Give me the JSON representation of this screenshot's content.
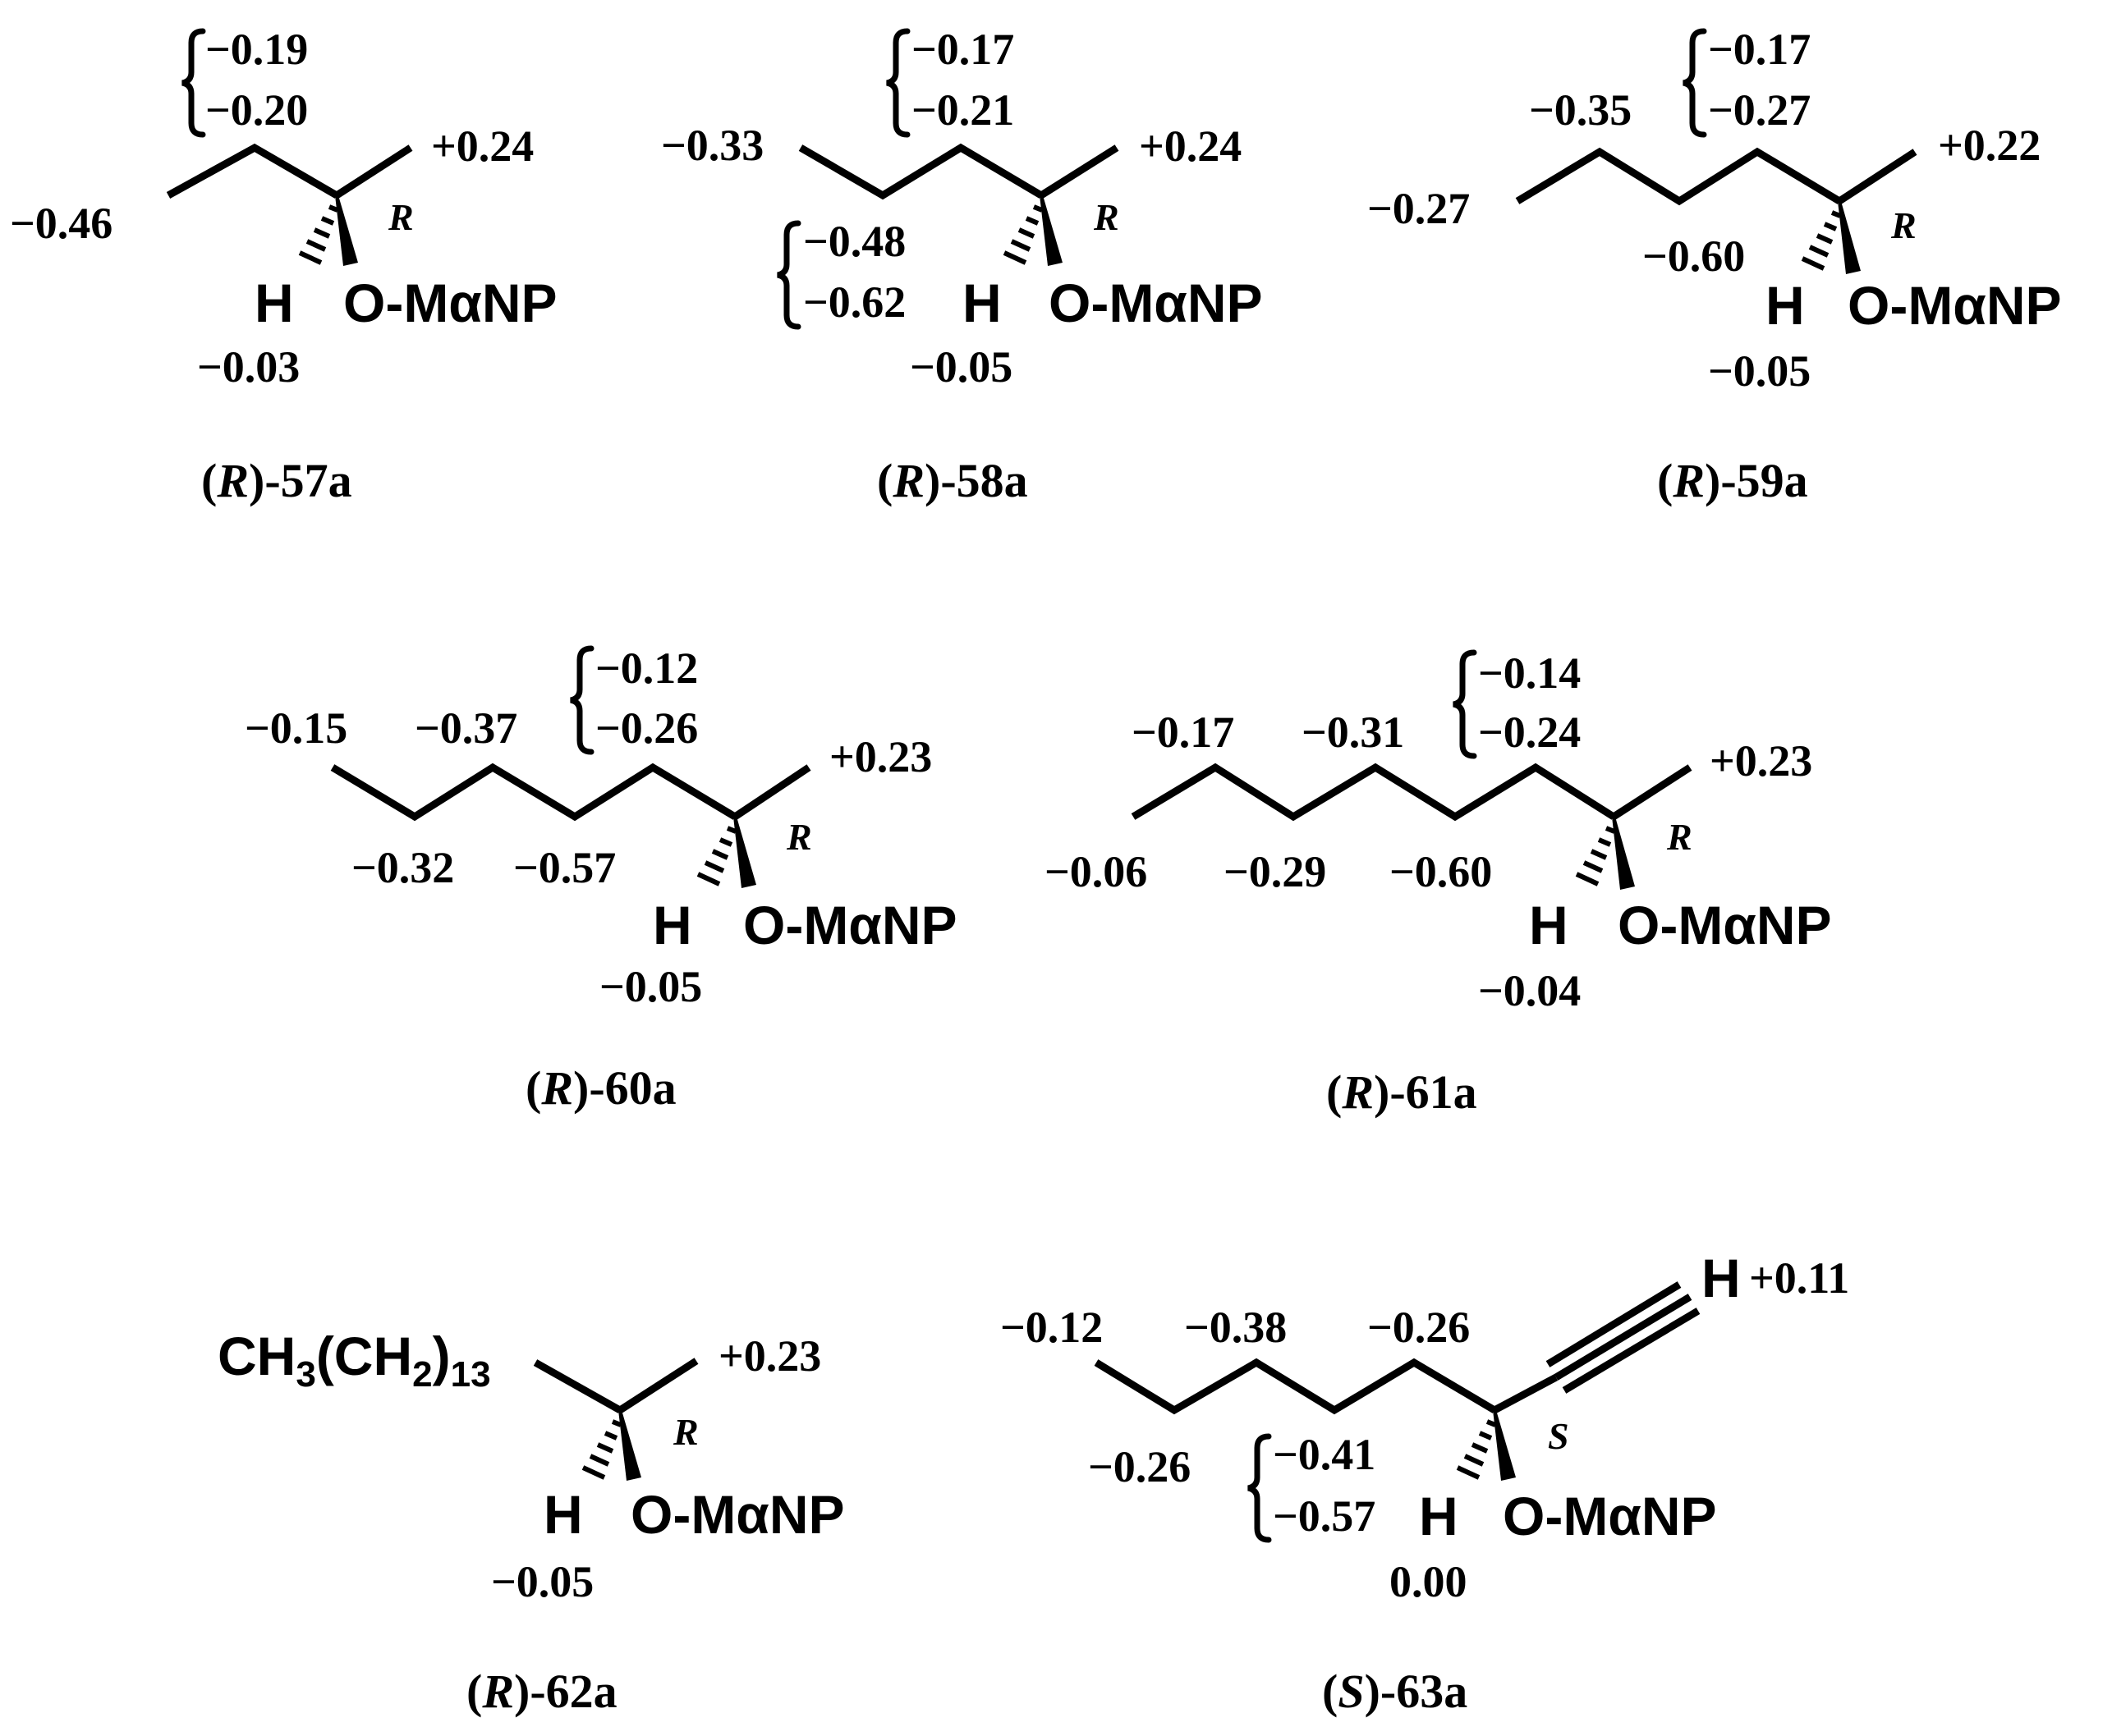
{
  "compounds": [
    {
      "id": "57a",
      "caption": {
        "open": "(",
        "descriptor": "R",
        "close": ")-57a"
      },
      "stereo_label": "R",
      "substituent_label": "O-MαNP",
      "h_label": "H",
      "values": {
        "terminal": "−0.46",
        "brace_top": "−0.19",
        "brace_bottom": "−0.20",
        "methyl": "+0.24",
        "h": "−0.03"
      }
    },
    {
      "id": "58a",
      "caption": {
        "open": "(",
        "descriptor": "R",
        "close": ")-58a"
      },
      "stereo_label": "R",
      "substituent_label": "O-MαNP",
      "h_label": "H",
      "values": {
        "terminal": "−0.33",
        "brace_top": "−0.17",
        "brace_bottom": "−0.21",
        "methyl": "+0.24",
        "lower_brace_top": "−0.48",
        "lower_brace_bottom": "−0.62",
        "h": "−0.05"
      }
    },
    {
      "id": "59a",
      "caption": {
        "open": "(",
        "descriptor": "R",
        "close": ")-59a"
      },
      "stereo_label": "R",
      "substituent_label": "O-MαNP",
      "h_label": "H",
      "values": {
        "terminal": "−0.27",
        "upper": "−0.35",
        "brace_top": "−0.17",
        "brace_bottom": "−0.27",
        "methyl": "+0.22",
        "lower": "−0.60",
        "h": "−0.05"
      }
    },
    {
      "id": "60a",
      "caption": {
        "open": "(",
        "descriptor": "R",
        "close": ")-60a"
      },
      "stereo_label": "R",
      "substituent_label": "O-MαNP",
      "h_label": "H",
      "values": {
        "upper_1": "−0.15",
        "upper_2": "−0.37",
        "brace_top": "−0.12",
        "brace_bottom": "−0.26",
        "methyl": "+0.23",
        "lower_1": "−0.32",
        "lower_2": "−0.57",
        "h": "−0.05"
      }
    },
    {
      "id": "61a",
      "caption": {
        "open": "(",
        "descriptor": "R",
        "close": ")-61a"
      },
      "stereo_label": "R",
      "substituent_label": "O-MαNP",
      "h_label": "H",
      "values": {
        "upper_1": "−0.17",
        "upper_2": "−0.31",
        "brace_top": "−0.14",
        "brace_bottom": "−0.24",
        "methyl": "+0.23",
        "lower_1": "−0.06",
        "lower_2": "−0.29",
        "lower_3": "−0.60",
        "h": "−0.04"
      }
    },
    {
      "id": "62a",
      "caption": {
        "open": "(",
        "descriptor": "R",
        "close": ")-62a"
      },
      "stereo_label": "R",
      "substituent_label": "O-MαNP",
      "h_label": "H",
      "chain": {
        "ch3": "CH",
        "sub3": "3",
        "open": "(CH",
        "sub2": "2",
        "close": ")",
        "count": "13"
      },
      "values": {
        "methyl": "+0.23",
        "h": "−0.05"
      }
    },
    {
      "id": "63a",
      "caption": {
        "open": "(",
        "descriptor": "S",
        "close": ")-63a"
      },
      "stereo_label": "S",
      "substituent_label": "O-MαNP",
      "h_label": "H",
      "alkyne_h_label": "H",
      "values": {
        "alkyne_h": "+0.11",
        "upper_1": "−0.12",
        "upper_2": "−0.38",
        "upper_3": "−0.26",
        "lower_1": "−0.26",
        "brace_top": "−0.41",
        "brace_bottom": "−0.57",
        "h": "0.00"
      }
    }
  ]
}
